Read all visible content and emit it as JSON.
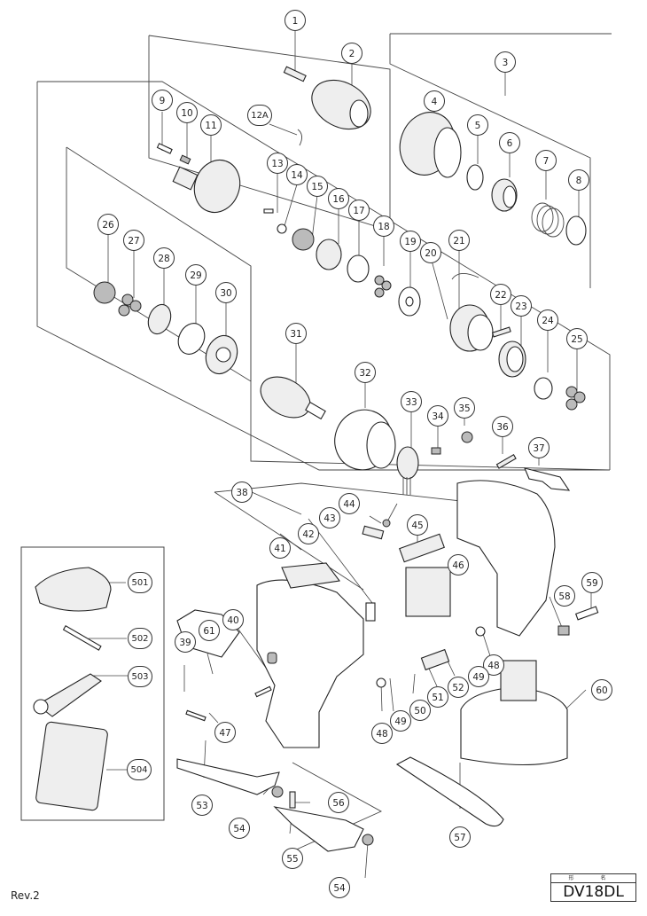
{
  "document": {
    "type": "exploded parts diagram",
    "model_label_header": "形 名",
    "model": "DV18DL",
    "revision": "Rev.2"
  },
  "callouts": {
    "c1": "1",
    "c2": "2",
    "c3": "3",
    "c4": "4",
    "c5": "5",
    "c6": "6",
    "c7": "7",
    "c8": "8",
    "c9": "9",
    "c10": "10",
    "c11": "11",
    "c12A": "12A",
    "c13": "13",
    "c14": "14",
    "c15": "15",
    "c16": "16",
    "c17": "17",
    "c18": "18",
    "c19": "19",
    "c20": "20",
    "c21": "21",
    "c22": "22",
    "c23": "23",
    "c24": "24",
    "c25": "25",
    "c26": "26",
    "c27": "27",
    "c28": "28",
    "c29": "29",
    "c30": "30",
    "c31": "31",
    "c32": "32",
    "c33": "33",
    "c34": "34",
    "c35": "35",
    "c36": "36",
    "c37": "37",
    "c38": "38",
    "c39": "39",
    "c40": "40",
    "c41": "41",
    "c42": "42",
    "c43": "43",
    "c44": "44",
    "c45": "45",
    "c46": "46",
    "c47": "47",
    "c48a": "48",
    "c48b": "48",
    "c49a": "49",
    "c49b": "49",
    "c50": "50",
    "c51": "51",
    "c52": "52",
    "c53": "53",
    "c54a": "54",
    "c54b": "54",
    "c55": "55",
    "c56": "56",
    "c57": "57",
    "c58": "58",
    "c59": "59",
    "c60": "60",
    "c61": "61",
    "c501": "501",
    "c502": "502",
    "c503": "503",
    "c504": "504"
  },
  "accessories_box": {
    "items": [
      "501",
      "502",
      "503",
      "504"
    ]
  }
}
